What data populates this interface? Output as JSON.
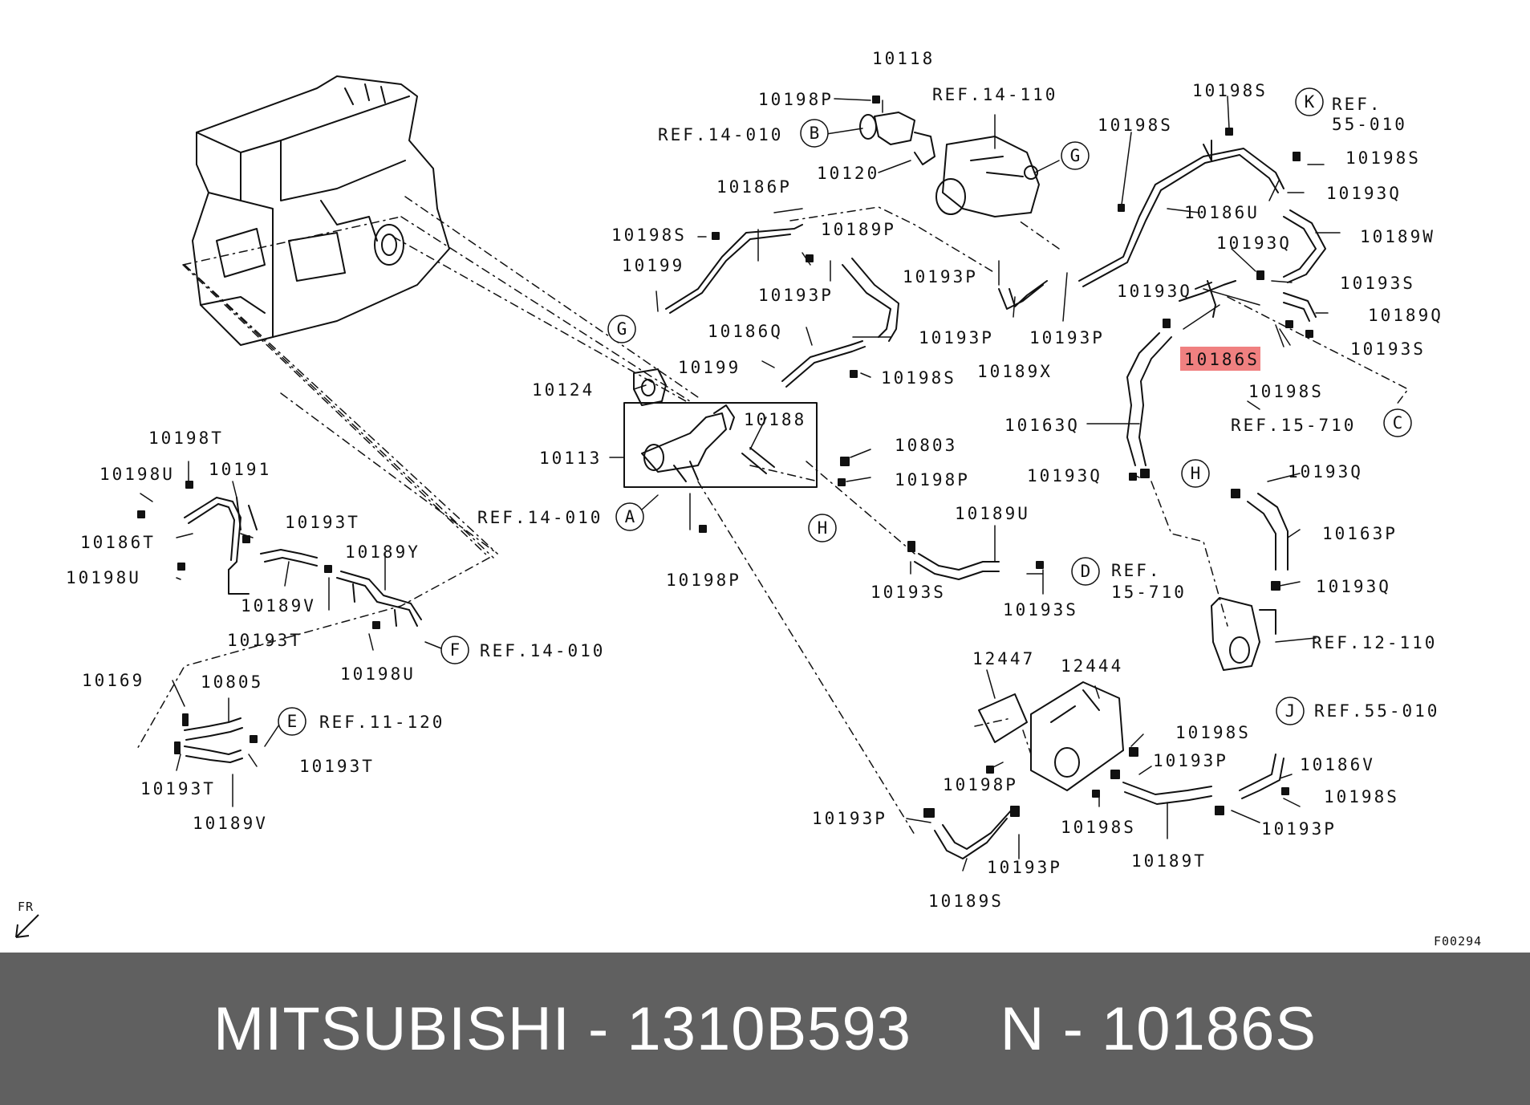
{
  "labels": {
    "l10118": "10118",
    "l10198P_a": "10198P",
    "lref14110_top": "REF.14-110",
    "l10198S_a": "10198S",
    "lrefK": "REF.",
    "lrefK2": "55-010",
    "lref14010_b": "REF.14-010",
    "l10120": "10120",
    "l10198S_b": "10198S",
    "l10198S_c": "10198S",
    "l10193Q_a": "10193Q",
    "l10186P": "10186P",
    "l10186U": "10186U",
    "l10198S_d": "10198S",
    "l10189P": "10189P",
    "l10189W": "10189W",
    "l10193Q_b": "10193Q",
    "l10199_a": "10199",
    "l10193P_a": "10193P",
    "l10193P_b": "10193P",
    "l10193S_a": "10193S",
    "l10193Q_c": "10193Q",
    "l10189Q": "10189Q",
    "l10186Q": "10186Q",
    "l10193P_c": "10193P",
    "l10193P_d": "10193P",
    "l10193S_b": "10193S",
    "l10199_b": "10199",
    "l10198S_e": "10198S",
    "l10189X": "10189X",
    "l10186S_hl": "10186S",
    "l10124": "10124",
    "l10198S_f": "10198S",
    "l10188": "10188",
    "lref15710_c": "REF.15-710",
    "l10163Q": "10163Q",
    "l10803": "10803",
    "l10113": "10113",
    "l10198P_b": "10198P",
    "l10193Q_d": "10193Q",
    "l10193Q_e": "10193Q",
    "l10198T": "10198T",
    "l10198U_a": "10198U",
    "l10191": "10191",
    "lref14010_a": "REF.14-010",
    "l10189U": "10189U",
    "l10163P": "10163P",
    "l10186T": "10186T",
    "l10193T_a": "10193T",
    "l10189Y": "10189Y",
    "l10198P_c": "10198P",
    "lrefD": "REF.",
    "lrefD2": "15-710",
    "l10193Q_f": "10193Q",
    "l10198U_b": "10198U",
    "l10189V_a": "10189V",
    "l10193S_c": "10193S",
    "l10193S_d": "10193S",
    "l10193T_b": "10193T",
    "lref14010_f": "REF.14-010",
    "l10198U_c": "10198U",
    "lref12110": "REF.12-110",
    "l12447": "12447",
    "l12444": "12444",
    "l10169": "10169",
    "l10805": "10805",
    "lref11120": "REF.11-120",
    "lrefJ": "REF.55-010",
    "l10198S_g": "10198S",
    "l10193P_e": "10193P",
    "l10186V": "10186V",
    "l10193T_c": "10193T",
    "l10193T_d": "10193T",
    "l10198P_d": "10198P",
    "l10198S_h": "10198S",
    "l10198S_i": "10198S",
    "l10189V_b": "10189V",
    "l10193P_f": "10193P",
    "l10189T": "10189T",
    "l10193P_g": "10193P",
    "l10193P_h": "10193P",
    "l10189S": "10189S",
    "fr": "FR",
    "fcode": "F00294"
  },
  "callouts": {
    "A": "A",
    "B": "B",
    "C": "C",
    "D": "D",
    "E": "E",
    "F": "F",
    "G1": "G",
    "G2": "G",
    "H1": "H",
    "H2": "H",
    "J": "J",
    "K": "K"
  },
  "highlight_color": "#f08080",
  "footer": {
    "brand": "MITSUBISHI",
    "sep1": " - ",
    "part_number": "1310B593",
    "gap": "     ",
    "ref_prefix": "N",
    "sep2": " - ",
    "ref_code": "10186S"
  }
}
